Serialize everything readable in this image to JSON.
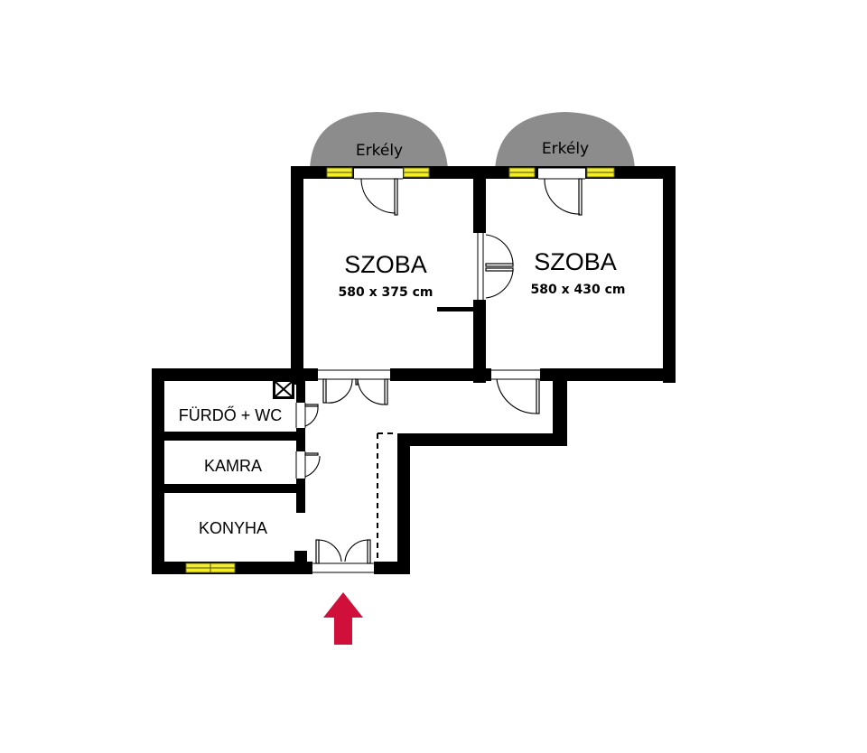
{
  "plan": {
    "rooms": [
      {
        "name": "SZOBA",
        "size": "580 x 375 cm"
      },
      {
        "name": "SZOBA",
        "size": "580 x 430 cm"
      },
      {
        "name": "FÜRDŐ + WC"
      },
      {
        "name": "KAMRA"
      },
      {
        "name": "KONYHA"
      }
    ],
    "balconies": [
      {
        "name": "Erkély"
      },
      {
        "name": "Erkély"
      }
    ]
  },
  "colors": {
    "wall": "#000000",
    "window": "#f5ef2a",
    "balcony": "#8c8c8c",
    "entrance_arrow": "#d0103a"
  }
}
